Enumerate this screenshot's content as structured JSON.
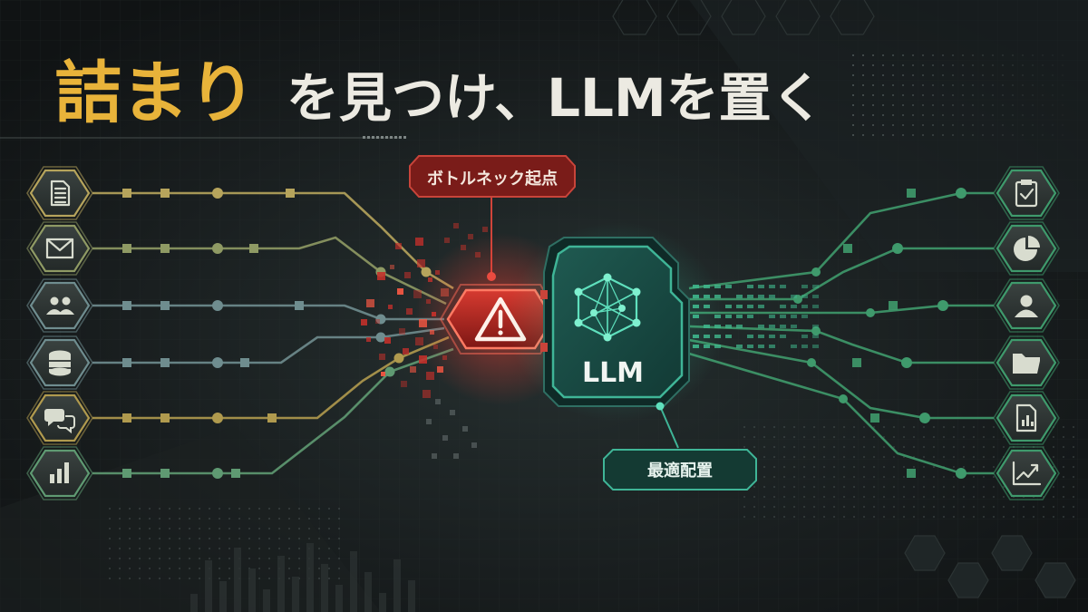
{
  "title": {
    "highlight": "詰まり",
    "rest": "を見つけ、LLMを置く"
  },
  "callouts": {
    "bottleneck": "ボトルネック起点",
    "optimal": "最適配置"
  },
  "core": {
    "label": "LLM"
  },
  "inputs": [
    {
      "icon": "document-icon",
      "color": "#b6a45c"
    },
    {
      "icon": "mail-icon",
      "color": "#8f9a64"
    },
    {
      "icon": "people-icon",
      "color": "#6f8d8f"
    },
    {
      "icon": "database-icon",
      "color": "#6f8d8f"
    },
    {
      "icon": "chat-icon",
      "color": "#b09a4e"
    },
    {
      "icon": "bar-chart-icon",
      "color": "#5f9a72"
    }
  ],
  "outputs": [
    {
      "icon": "clipboard-check-icon",
      "color": "#3f9a6c"
    },
    {
      "icon": "pie-chart-icon",
      "color": "#3f9a6c"
    },
    {
      "icon": "user-icon",
      "color": "#3f9a6c"
    },
    {
      "icon": "folder-icon",
      "color": "#3f9a6c"
    },
    {
      "icon": "report-icon",
      "color": "#3f9a6c"
    },
    {
      "icon": "trend-chart-icon",
      "color": "#3f9a6c"
    }
  ],
  "colors": {
    "accent_gold": "#e8b33a",
    "title_white": "#eceae2",
    "alert_red": "#c4302b",
    "llm_teal": "#2f9e86"
  }
}
